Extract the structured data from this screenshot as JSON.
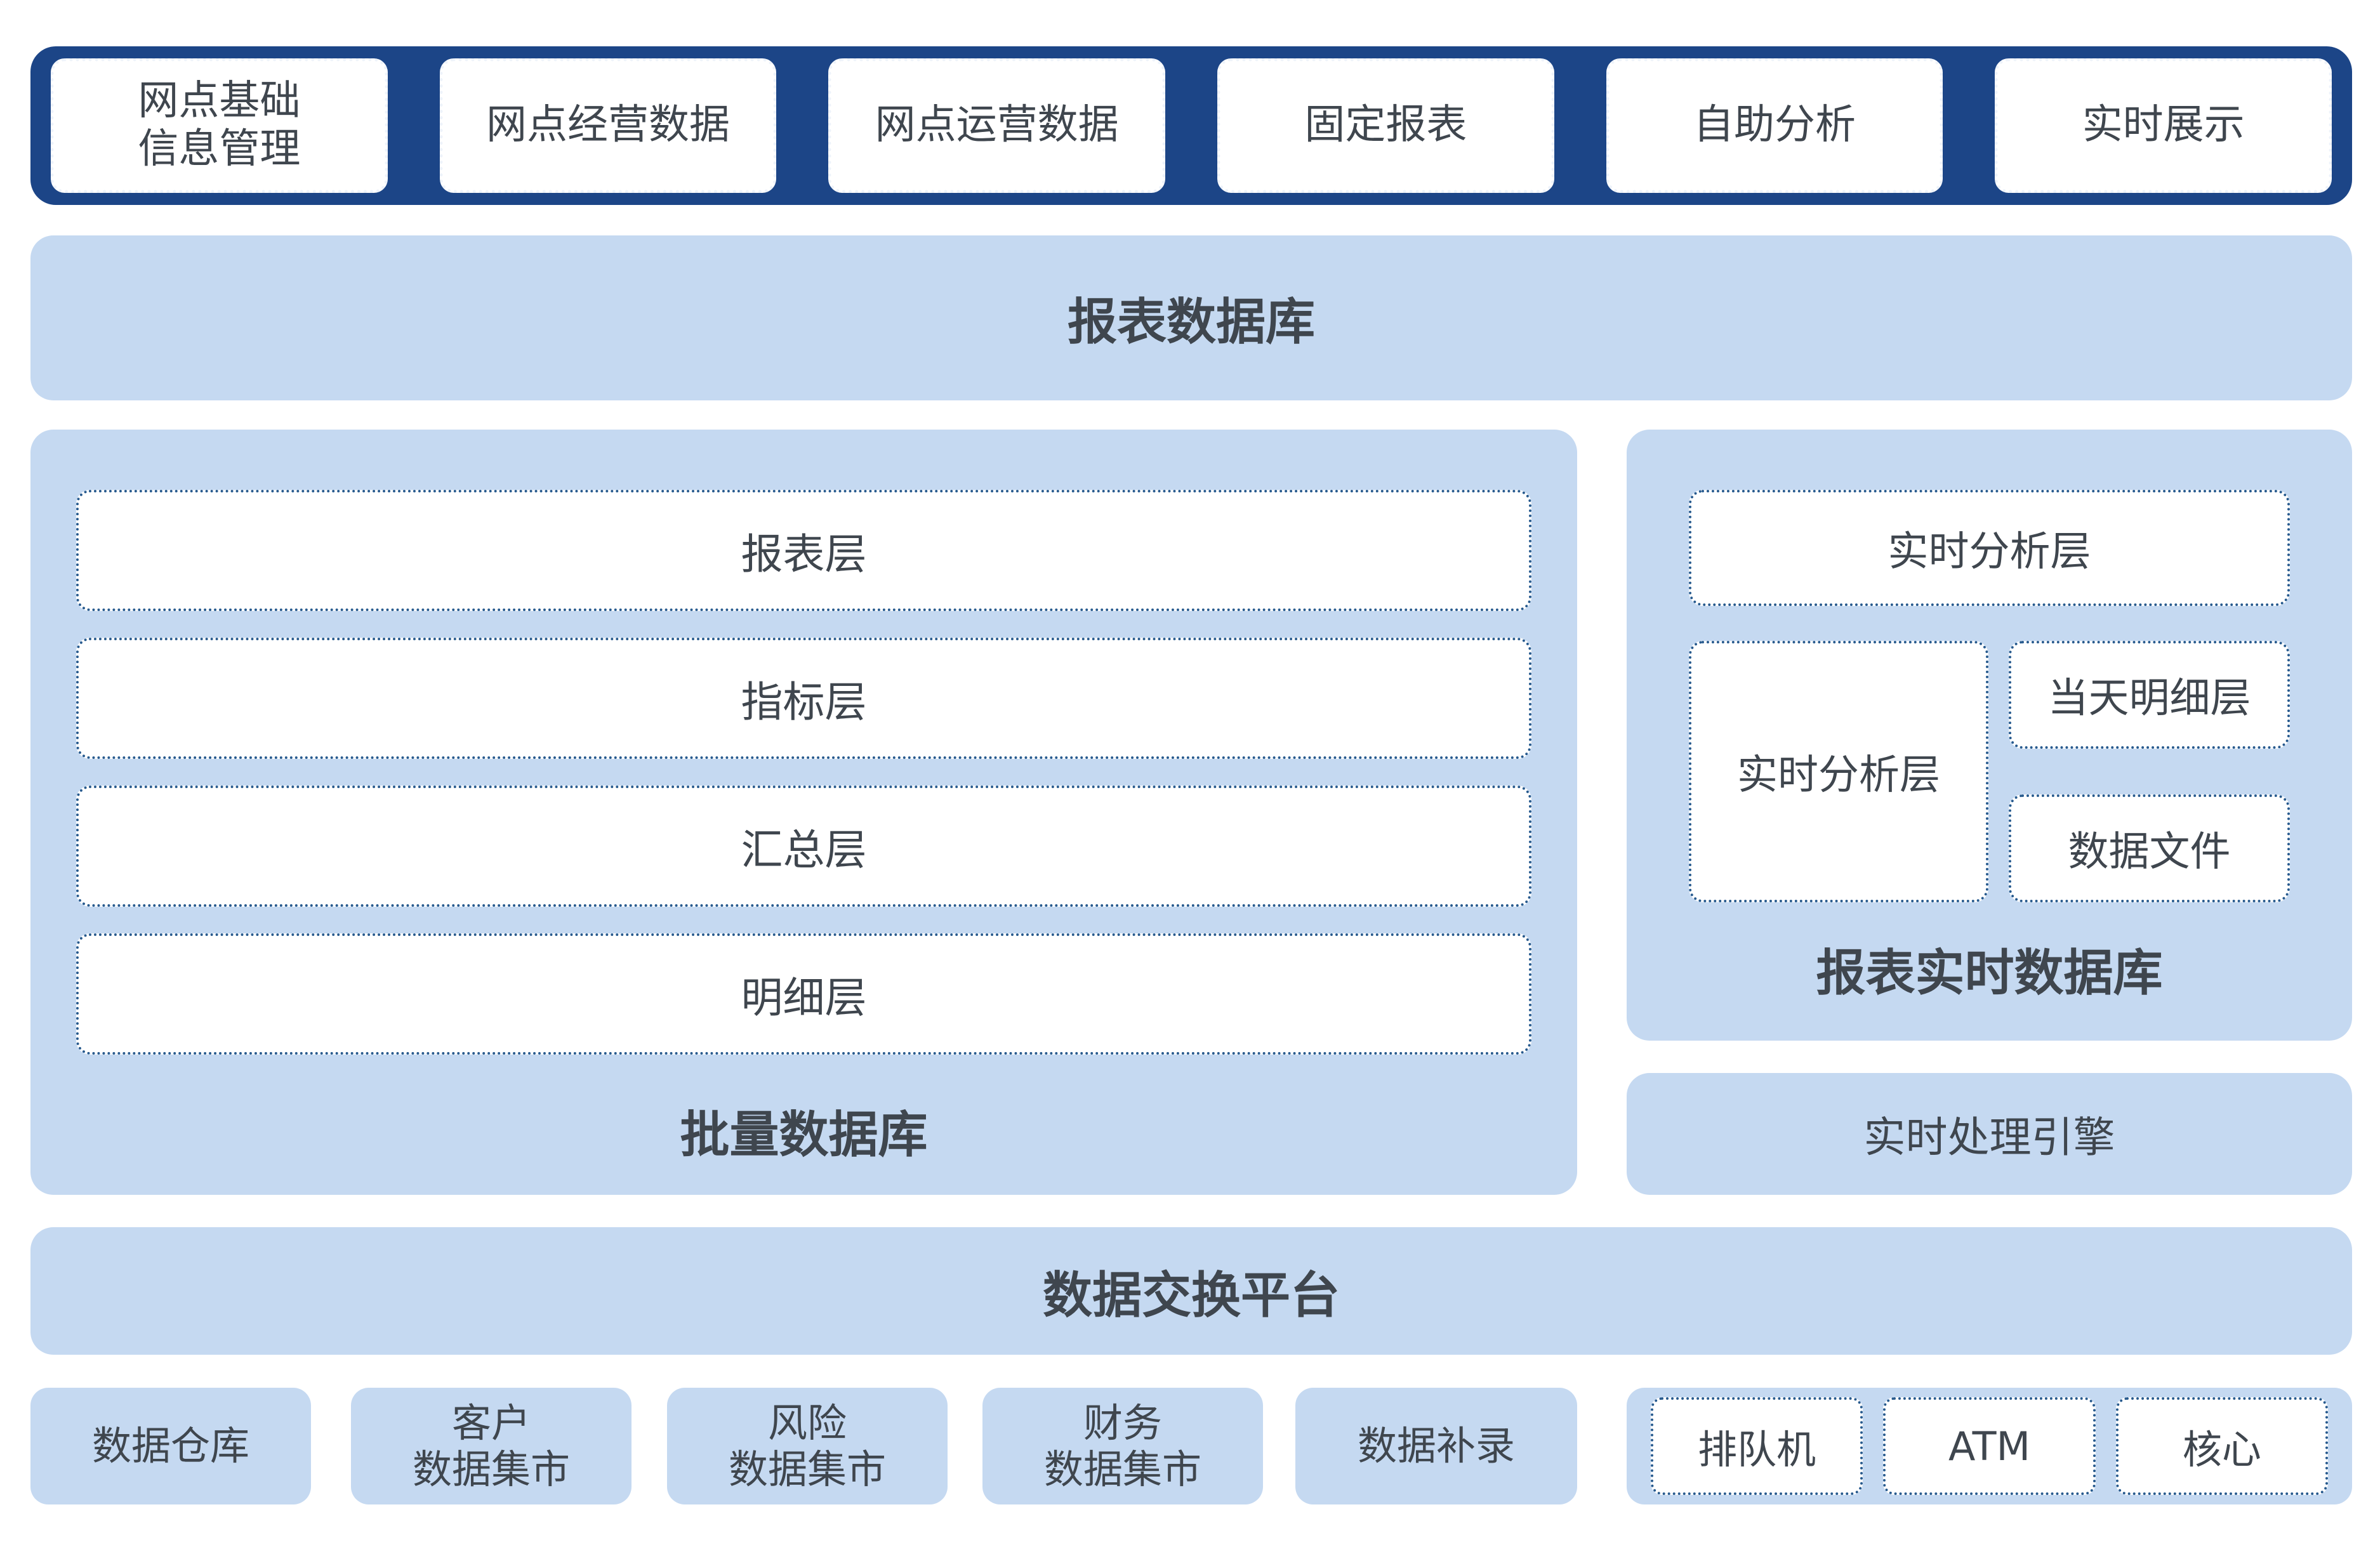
{
  "colors": {
    "navy_bar": "#1c4587",
    "light_blue": "#c5d9f1",
    "dotted_border": "#275a8e",
    "text": "#3f464e"
  },
  "top_bar": {
    "items": [
      "网点基础\n信息管理",
      "网点经营数据",
      "网点运营数据",
      "固定报表",
      "自助分析",
      "实时展示"
    ]
  },
  "report_db_bar": {
    "label": "报表数据库"
  },
  "batch_panel": {
    "layers": [
      "报表层",
      "指标层",
      "汇总层",
      "明细层"
    ],
    "label": "批量数据库"
  },
  "realtime_panel": {
    "top_box": "实时分析层",
    "left_box": "实时分析层",
    "right_top_box": "当天明细层",
    "right_bottom_box": "数据文件",
    "label": "报表实时数据库"
  },
  "engine_bar": {
    "label": "实时处理引擎"
  },
  "exchange_bar": {
    "label": "数据交换平台"
  },
  "bottom_row": {
    "sources": [
      "数据仓库",
      "客户\n数据集市",
      "风险\n数据集市",
      "财务\n数据集市",
      "数据补录"
    ]
  },
  "systems_panel": {
    "items": [
      "排队机",
      "ATM",
      "核心"
    ]
  }
}
